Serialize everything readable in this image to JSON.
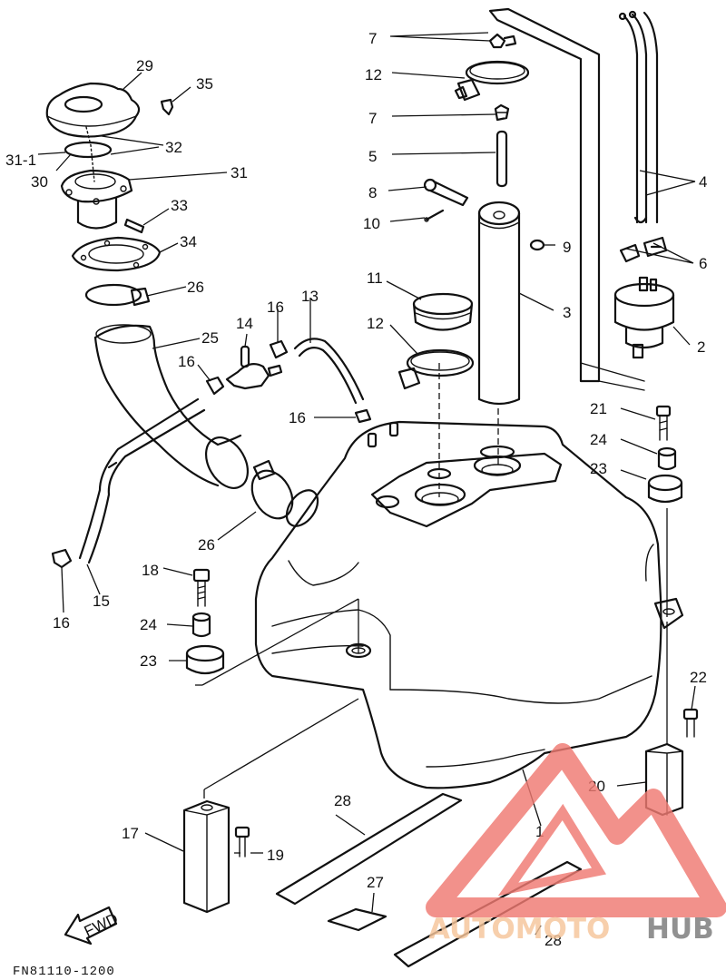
{
  "diagram": {
    "code": "FN81110-1200",
    "fwd_label": "FWD",
    "labels": {
      "l1": "1",
      "l2": "2",
      "l3": "3",
      "l4": "4",
      "l5": "5",
      "l6": "6",
      "l7a": "7",
      "l7b": "7",
      "l8": "8",
      "l9": "9",
      "l10": "10",
      "l11": "11",
      "l12a": "12",
      "l12b": "12",
      "l13": "13",
      "l14": "14",
      "l15": "15",
      "l16a": "16",
      "l16b": "16",
      "l16c": "16",
      "l16d": "16",
      "l17": "17",
      "l18": "18",
      "l19": "19",
      "l20": "20",
      "l21": "21",
      "l22": "22",
      "l23a": "23",
      "l23b": "23",
      "l24a": "24",
      "l24b": "24",
      "l25": "25",
      "l26a": "26",
      "l26b": "26",
      "l27": "27",
      "l28a": "28",
      "l28b": "28",
      "l29": "29",
      "l30": "30",
      "l31": "31",
      "l31_1": "31-1",
      "l32": "32",
      "l33": "33",
      "l34": "34",
      "l35": "35"
    }
  },
  "watermark": {
    "part1": "AUTOMOTO",
    "part2": "HUB",
    "color_main": "#f07a72",
    "color_accent": "#f6c59a",
    "color_dark": "#7a7a7a"
  }
}
